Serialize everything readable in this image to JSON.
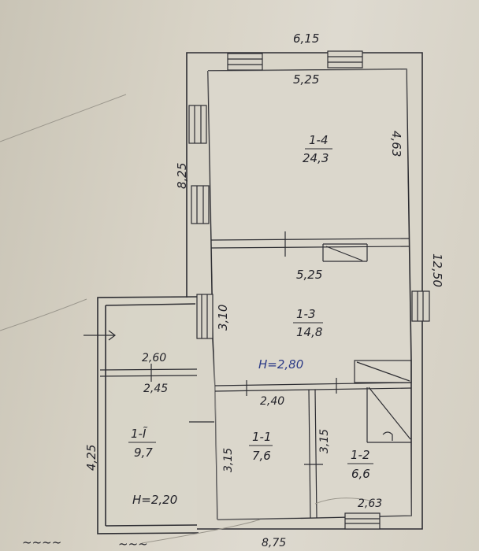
{
  "dimensions": {
    "top_outer": "6,15",
    "top_inner": "5,25",
    "left_upper": "8,25",
    "right_main": "4,63",
    "right_total": "12,50",
    "mid_partition": "5,25",
    "room_13_height": "3,10",
    "annex_top_outer": "2,60",
    "annex_top_inner": "2,45",
    "annex_left": "4,25",
    "room_11_top": "2,40",
    "room_11_left": "3,15",
    "room_11_right": "3,15",
    "room_12_bottom": "2,63",
    "bottom_total": "8,75"
  },
  "rooms": [
    {
      "id": "1-4",
      "area": "24,3"
    },
    {
      "id": "1-3",
      "area": "14,8"
    },
    {
      "id": "1-1",
      "area": "7,6"
    },
    {
      "id": "1-2",
      "area": "6,6"
    },
    {
      "id": "1-Ĩ",
      "area": "9,7"
    }
  ],
  "heights": {
    "main": "H=2,80",
    "annex": "H=2,20"
  },
  "bottom_scribbles": {
    "left": "~~~~",
    "middle": "~~~"
  }
}
